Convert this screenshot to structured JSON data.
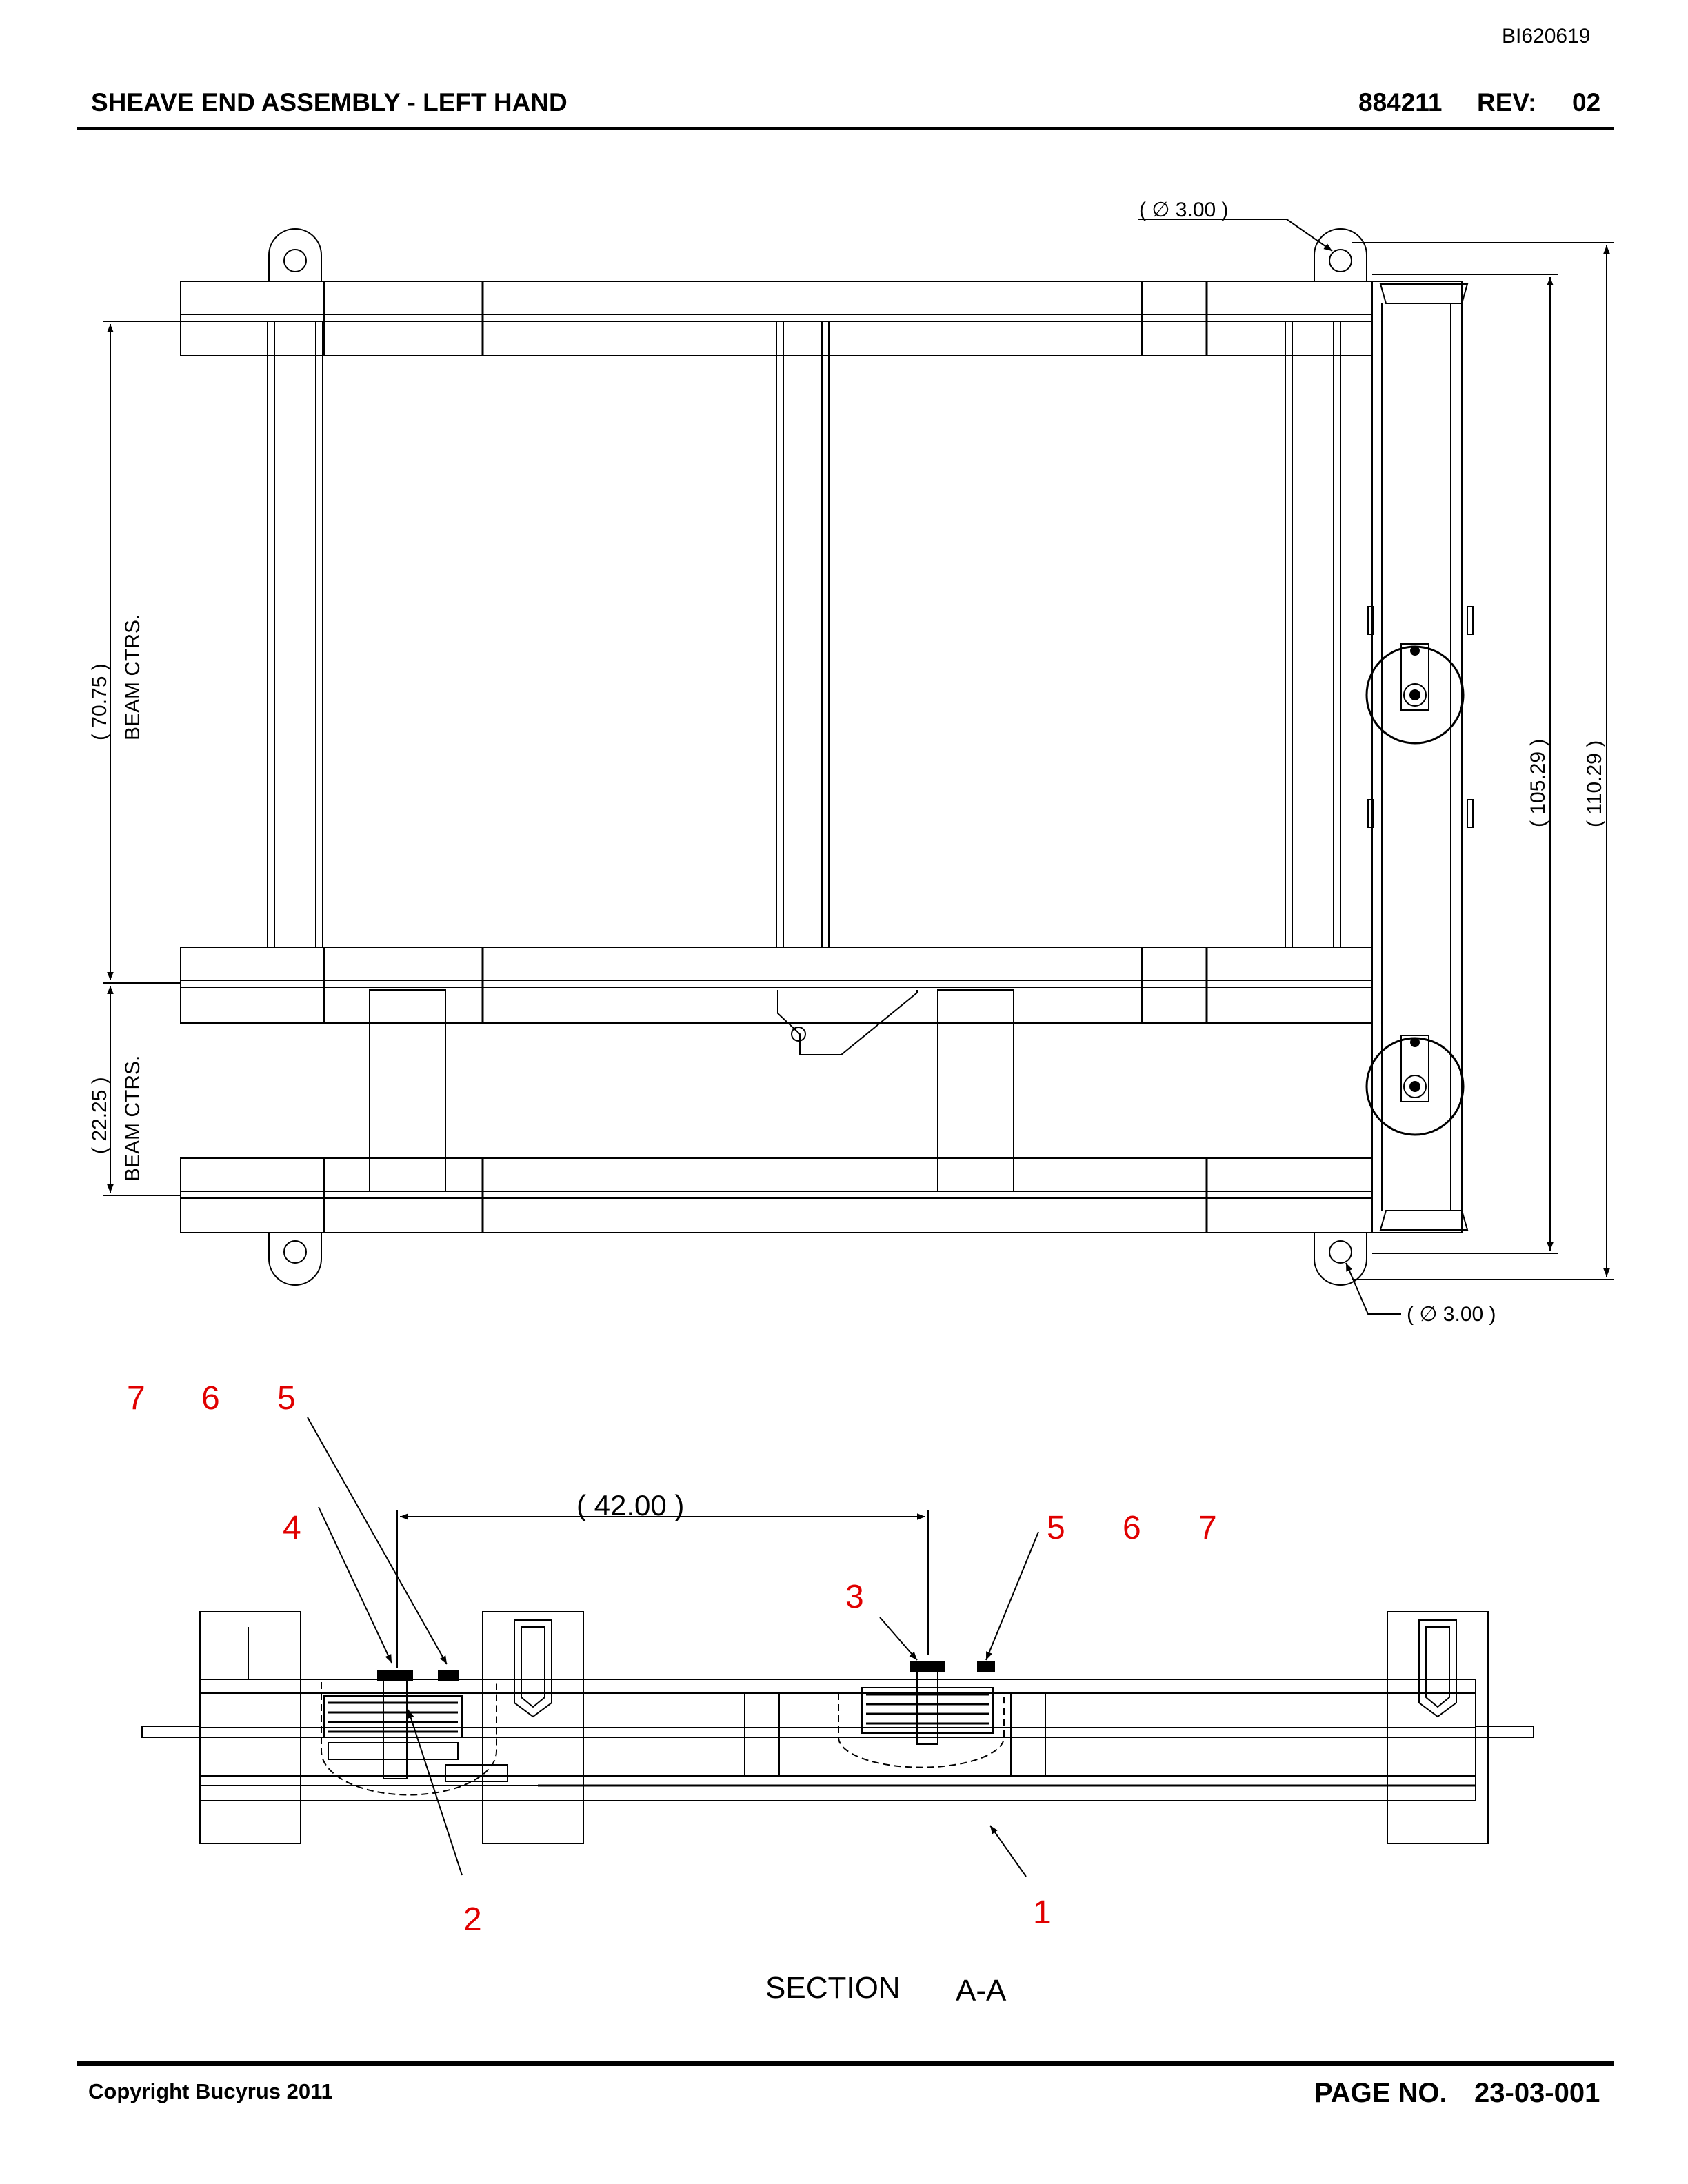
{
  "header": {
    "doc_id": "BI620619",
    "title": "SHEAVE END ASSEMBLY - LEFT HAND",
    "part_number": "884211",
    "rev_label": "REV:",
    "rev_value": "02"
  },
  "top_view": {
    "dims": {
      "hole_dia_top": "( ∅ 3.00   )",
      "hole_dia_bottom": "( ∅ 3.00   )",
      "beam_ctrs_upper": "( 70.75    )",
      "beam_ctrs_lower": "( 22.25    )",
      "beam_ctrs_label": "BEAM CTRS.",
      "height_inner": "( 105.29    )",
      "height_outer": "( 110.29    )"
    }
  },
  "section_view": {
    "width_dim": "( 42.00     )",
    "section_label": "SECTION",
    "section_id": "A-A",
    "callouts_left_row": [
      "7",
      "6",
      "5"
    ],
    "callouts_right_row": [
      "5",
      "6",
      "7"
    ],
    "callout_4": "4",
    "callout_3": "3",
    "callout_2": "2",
    "callout_1": "1"
  },
  "footer": {
    "copyright": "Copyright Bucyrus 2011",
    "page_label": "PAGE NO.",
    "page_number": "23-03-001"
  },
  "colors": {
    "callout": "#e00000",
    "line": "#000000"
  }
}
